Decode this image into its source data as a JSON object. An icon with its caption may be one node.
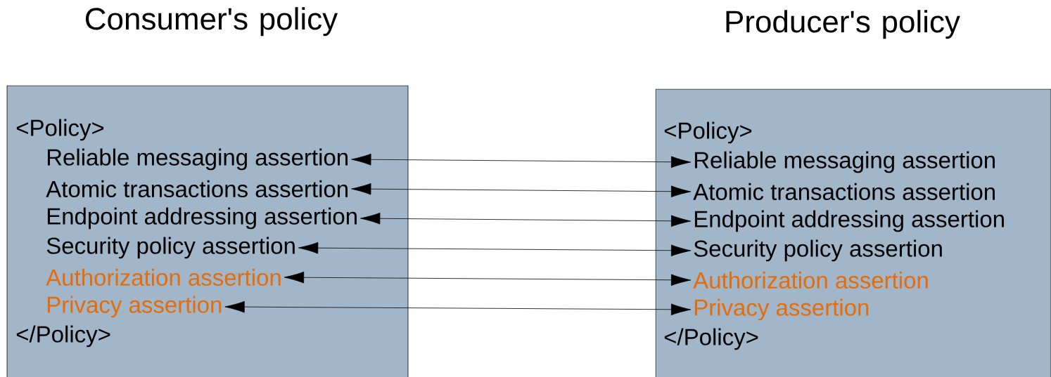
{
  "diagram": {
    "nodes": [
      {
        "text": [
          "Consumer's policy",
          "<Policy>",
          "</Policy>"
        ]
      },
      {
        "text": [
          "Reliable messaging assertion"
        ],
        "in": 0
      },
      {
        "text": [
          "Atomic transactions assertion"
        ],
        "in": 0
      },
      {
        "text": [
          "Endpoint addressing assertion"
        ],
        "in": 0
      },
      {
        "text": [
          "Security policy assertion"
        ],
        "in": 0
      },
      {
        "text": [
          "Authorization assertion"
        ],
        "in": 0
      },
      {
        "text": [
          "Privacy assertion"
        ],
        "in": 0
      },
      {
        "text": [
          "Producer's policy",
          "<Policy>",
          "</Policy>"
        ]
      },
      {
        "text": [
          "Reliable messaging assertion"
        ],
        "in": 7
      },
      {
        "text": [
          "Atomic transactions assertion"
        ],
        "in": 7
      },
      {
        "text": [
          "Endpoint addressing assertion"
        ],
        "in": 7
      },
      {
        "text": [
          "Security policy assertion"
        ],
        "in": 7
      },
      {
        "text": [
          "Authorization assertion"
        ],
        "in": 7
      },
      {
        "text": [
          "Privacy assertion"
        ],
        "in": 7
      }
    ],
    "edges": [
      {
        "from": 1,
        "to": 8,
        "arrow": "both"
      },
      {
        "from": 2,
        "to": 9,
        "arrow": "both"
      },
      {
        "from": 3,
        "to": 10,
        "arrow": "both"
      },
      {
        "from": 4,
        "to": 11,
        "arrow": "both"
      },
      {
        "from": 5,
        "to": 12,
        "arrow": "both"
      },
      {
        "from": 6,
        "to": 13,
        "arrow": "both"
      }
    ]
  }
}
